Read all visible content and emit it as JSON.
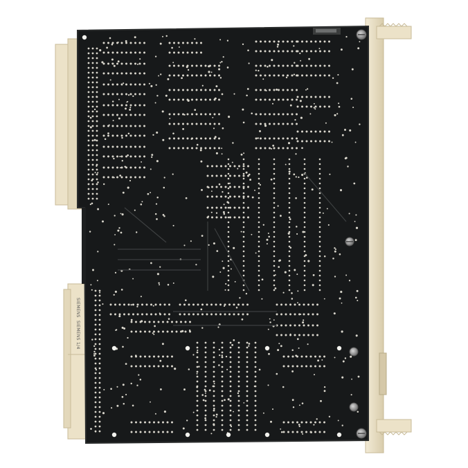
{
  "image": {
    "subject": "printed-circuit-board-back-side",
    "colors": {
      "background": "#ffffff",
      "pcb": "#17191a",
      "pcb_edge": "#2a2c2c",
      "frame": "#ece2c8",
      "frame_shadow": "#d2c6a6",
      "solder": "#d9d6cc",
      "screw": "#8e8e8e"
    }
  },
  "connector_labels": [
    "SIEMENS",
    "SIEMENS",
    "1/4"
  ]
}
